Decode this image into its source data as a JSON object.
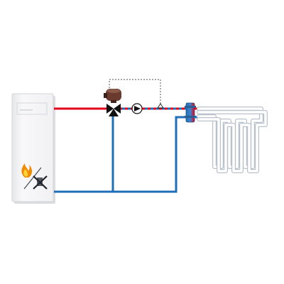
{
  "diagram": {
    "components": {
      "boiler": {
        "type": "gas-condensing-boiler",
        "icons": [
          "flame-icon",
          "no-chimney-icon"
        ]
      },
      "mixing_valve": {
        "type": "three-way-mixing-valve",
        "actuator": "motorized"
      },
      "pump": {
        "type": "circulation-pump"
      },
      "sensor": {
        "type": "flow-temperature-sensor"
      },
      "manifold": {
        "type": "distribution-manifold"
      },
      "floor_heating": {
        "type": "underfloor-heating-loops",
        "loops": 2
      }
    },
    "lines": {
      "supply": {
        "role": "supply",
        "color": "#e2001a"
      },
      "return": {
        "role": "return",
        "color": "#1f6fb8"
      },
      "control": {
        "role": "control-wiring",
        "style": "dashed"
      }
    },
    "colors": {
      "supply": "#e2001a",
      "return": "#1f6fb8",
      "boiler_body": "#f2f2f4",
      "actuator": "#6b3a2e",
      "pipe_outline": "#b9c2cc"
    }
  }
}
